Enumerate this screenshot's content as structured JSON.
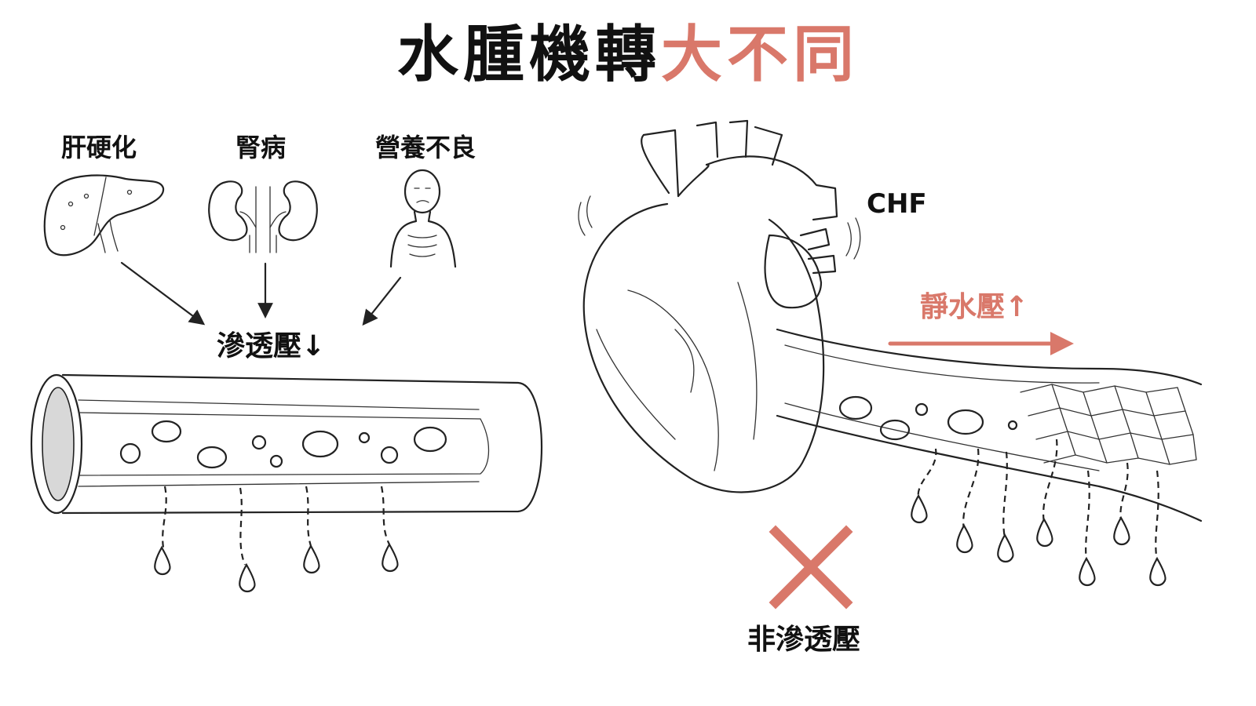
{
  "title": {
    "main": "水腫機轉",
    "accent": "大不同"
  },
  "left": {
    "causes": [
      "肝硬化",
      "腎病",
      "營養不良"
    ],
    "result": "滲透壓↓"
  },
  "right": {
    "heart_label": "CHF",
    "pressure": "靜水壓↑",
    "not_label": "非滲透壓"
  },
  "colors": {
    "accent": "#d9786a",
    "ink": "#222222"
  }
}
